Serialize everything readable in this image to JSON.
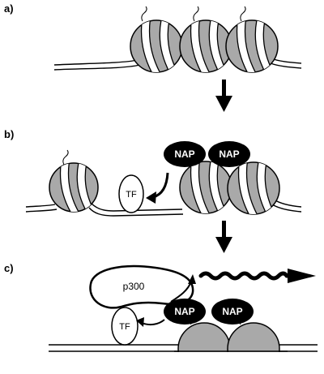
{
  "panels": {
    "a": "a)",
    "b": "b)",
    "c": "c)"
  },
  "labels": {
    "nap": "NAP",
    "tf": "TF",
    "p300": "p300"
  },
  "colors": {
    "histone_fill": "#a9a9a9",
    "nap_fill": "#000000",
    "stroke": "#000000",
    "background": "#ffffff"
  }
}
